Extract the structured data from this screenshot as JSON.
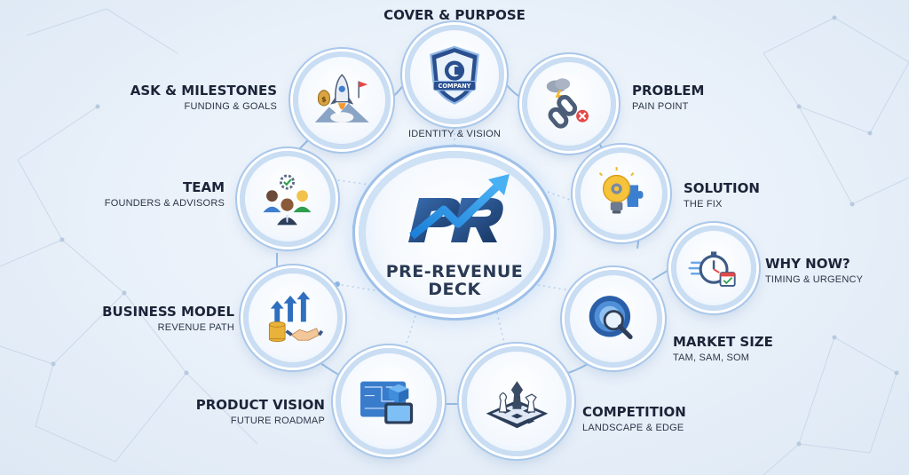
{
  "center": {
    "line1": "PRE-REVENUE",
    "line2": "DECK"
  },
  "nodes": [
    {
      "title": "COVER & PURPOSE",
      "subtitle": "IDENTITY & VISION",
      "badge": "COMPANY",
      "icon": "shield-logo-icon"
    },
    {
      "title": "PROBLEM",
      "subtitle": "PAIN POINT",
      "icon": "broken-chain-icon"
    },
    {
      "title": "SOLUTION",
      "subtitle": "THE FIX",
      "icon": "lightbulb-puzzle-icon"
    },
    {
      "title": "WHY NOW?",
      "subtitle": "TIMING & URGENCY",
      "icon": "stopwatch-calendar-icon"
    },
    {
      "title": "MARKET SIZE",
      "subtitle": "TAM, SAM, SOM",
      "icon": "target-magnifier-icon"
    },
    {
      "title": "COMPETITION",
      "subtitle": "LANDSCAPE & EDGE",
      "icon": "chessboard-icon"
    },
    {
      "title": "PRODUCT VISION",
      "subtitle": "FUTURE ROADMAP",
      "icon": "blueprint-tablet-icon"
    },
    {
      "title": "BUSINESS MODEL",
      "subtitle": "REVENUE PATH",
      "icon": "coins-handshake-icon"
    },
    {
      "title": "TEAM",
      "subtitle": "FOUNDERS & ADVISORS",
      "icon": "team-people-icon"
    },
    {
      "title": "ASK & MILESTONES",
      "subtitle": "FUNDING & GOALS",
      "icon": "rocket-moneybag-icon"
    }
  ],
  "colors": {
    "ring": "#c9ddf3",
    "ringOuter": "#a9c7ea",
    "navy": "#1f3a6e",
    "accent": "#2f80d6",
    "text": "#1b2438"
  }
}
